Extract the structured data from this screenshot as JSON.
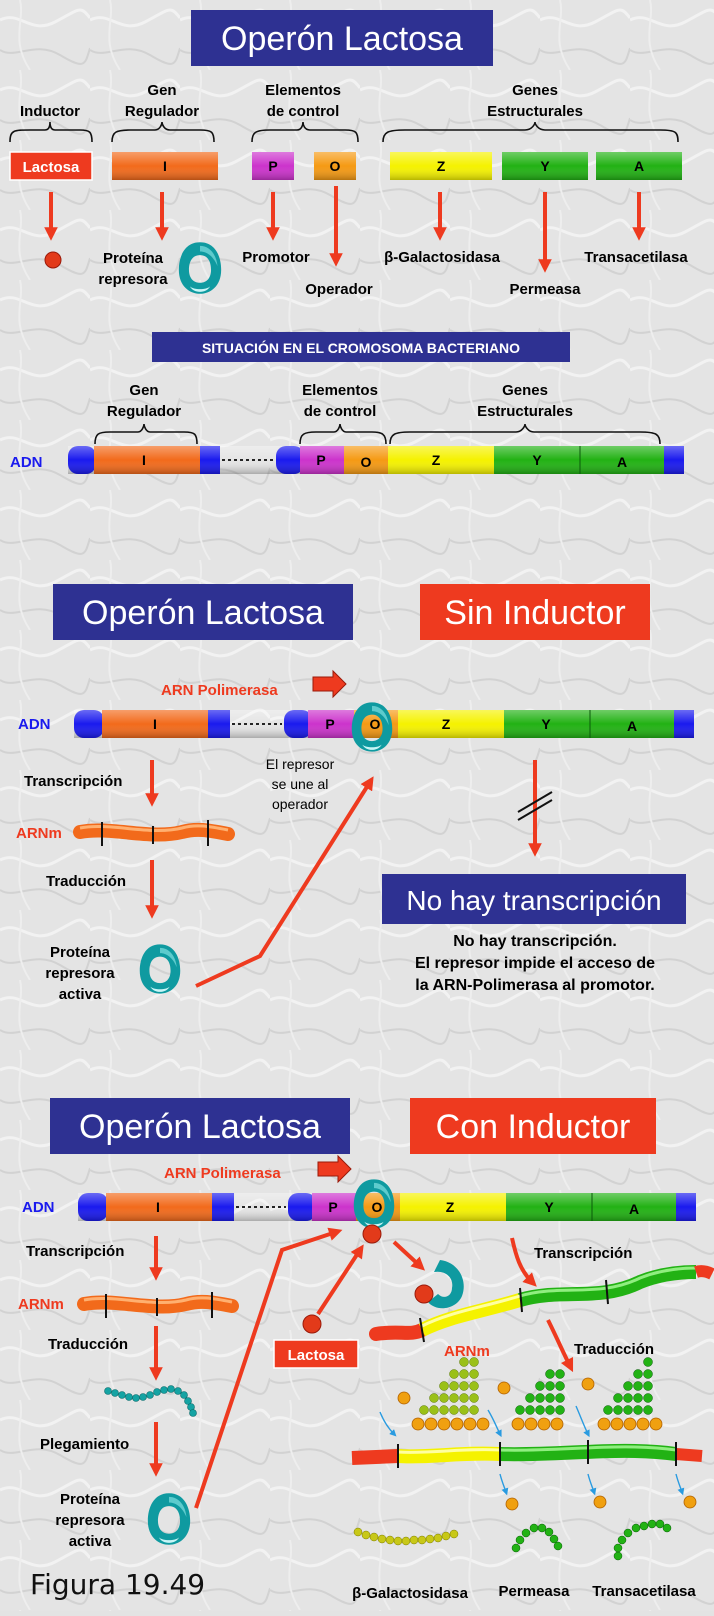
{
  "colors": {
    "title_bg": "#2e3192",
    "red_bg": "#ee3a1f",
    "arrow": "#ee3a1f",
    "gene_I": "#f26a1b",
    "gene_P": "#cc33cc",
    "gene_O": "#f59a14",
    "gene_Z": "#f5f200",
    "gene_Y": "#22b214",
    "gene_A": "#22b214",
    "dna_end": "#1a1aee",
    "repressor": "#0f9aa0"
  },
  "panel1": {
    "title": "Operón Lactosa",
    "inductor_label": "Inductor",
    "gen_regulador_label": [
      "Gen",
      "Regulador"
    ],
    "elementos_label": [
      "Elementos",
      "de control"
    ],
    "genes_label": [
      "Genes",
      "Estructurales"
    ],
    "lactosa": "Lactosa",
    "genes": [
      "I",
      "P",
      "O",
      "Z",
      "Y",
      "A"
    ],
    "proteina_label": [
      "Proteína",
      "represora"
    ],
    "promotor": "Promotor",
    "operador": "Operador",
    "galactosidasa": "β-Galactosidasa",
    "permeasa": "Permeasa",
    "transacetilasa": "Transacetilasa",
    "situacion": "SITUACIÓN EN EL CROMOSOMA BACTERIANO",
    "adn": "ADN",
    "chrom_gen_label": [
      "Gen",
      "Regulador"
    ],
    "chrom_elementos_label": [
      "Elementos",
      "de control"
    ],
    "chrom_genes_label": [
      "Genes",
      "Estructurales"
    ]
  },
  "panel2": {
    "title": "Operón Lactosa",
    "subtitle": "Sin Inductor",
    "arn_polimerasa": "ARN Polimerasa",
    "adn": "ADN",
    "genes": [
      "I",
      "P",
      "O",
      "Z",
      "Y",
      "A"
    ],
    "transcripcion": "Transcripción",
    "arnm": "ARNm",
    "traduccion": "Traducción",
    "proteina_label": [
      "Proteína",
      "represora",
      "activa"
    ],
    "represor_note": [
      "El represor",
      "se une al",
      "operador"
    ],
    "no_hay_title": "No hay transcripción",
    "no_hay_text": [
      "No hay transcripción.",
      "El represor impide el acceso de",
      "la ARN-Polimerasa al promotor."
    ]
  },
  "panel3": {
    "title": "Operón Lactosa",
    "subtitle": "Con Inductor",
    "arn_polimerasa": "ARN Polimerasa",
    "adn": "ADN",
    "genes": [
      "I",
      "P",
      "O",
      "Z",
      "Y",
      "A"
    ],
    "transcripcion_left": "Transcripción",
    "arnm_left": "ARNm",
    "traduccion_left": "Traducción",
    "plegamiento": "Plegamiento",
    "proteina_label": [
      "Proteína",
      "represora",
      "activa"
    ],
    "lactosa": "Lactosa",
    "transcripcion_right": "Transcripción",
    "arnm_right": "ARNm",
    "traduccion_right": "Traducción",
    "galactosidasa": "β-Galactosidasa",
    "permeasa": "Permeasa",
    "transacetilasa": "Transacetilasa"
  },
  "figure_caption": "Figura 19.49"
}
